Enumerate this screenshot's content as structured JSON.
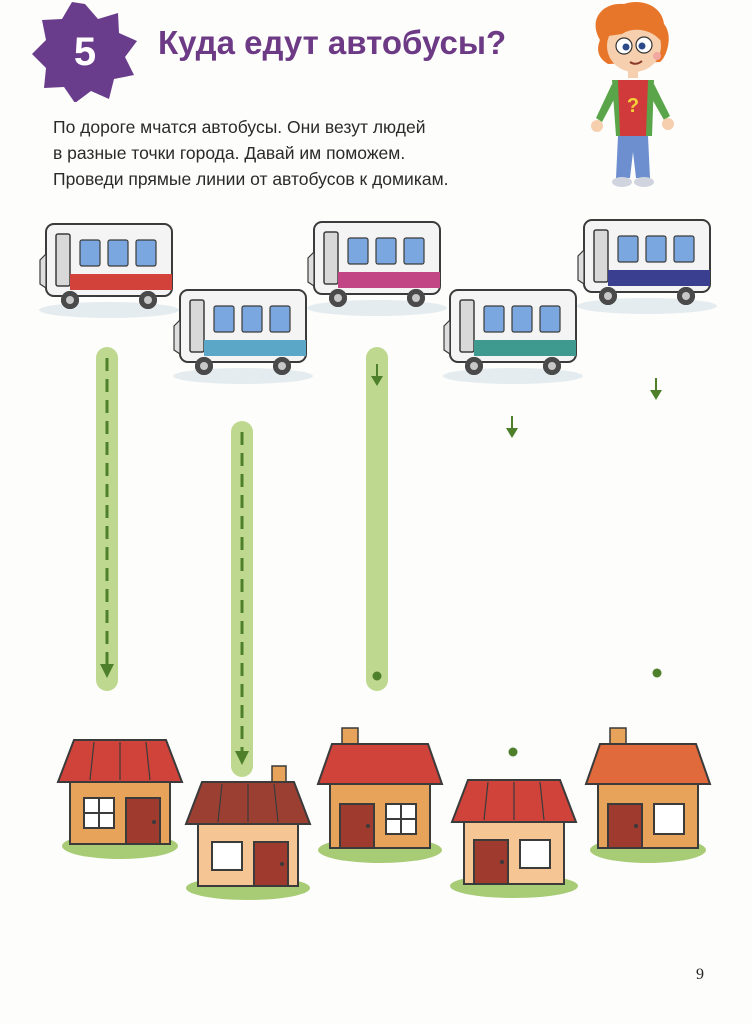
{
  "exercise": {
    "number": "5",
    "title": "Куда едут автобусы?"
  },
  "instructions": [
    "По дороге мчатся автобусы. Они везут людей",
    "в разные точки города. Давай им поможем.",
    "Проведи прямые линии от автобусов к домикам."
  ],
  "character": {
    "shirt_symbol": "?"
  },
  "colors": {
    "badge": "#6a3d8c",
    "title": "#6d3a86",
    "path_green": "#bed98f",
    "dash_green": "#4e7f2b",
    "lawn": "#a8cc76"
  },
  "buses": [
    {
      "stripe": "#d2413a",
      "label": "red-bus"
    },
    {
      "stripe": "#5aa7c7",
      "label": "blue-bus"
    },
    {
      "stripe": "#c24585",
      "label": "magenta-bus"
    },
    {
      "stripe": "#3e9a8e",
      "label": "teal-bus"
    },
    {
      "stripe": "#3a3f8f",
      "label": "navy-bus"
    }
  ],
  "houses": [
    {
      "roof": "#d0433a",
      "wall": "#e8a35a"
    },
    {
      "roof": "#9c3f33",
      "wall": "#f5c694"
    },
    {
      "roof": "#d0433a",
      "wall": "#e8a35a"
    },
    {
      "roof": "#d0433a",
      "wall": "#f5c694"
    },
    {
      "roof": "#e06a3b",
      "wall": "#e8a35a"
    }
  ],
  "page_number": "9"
}
